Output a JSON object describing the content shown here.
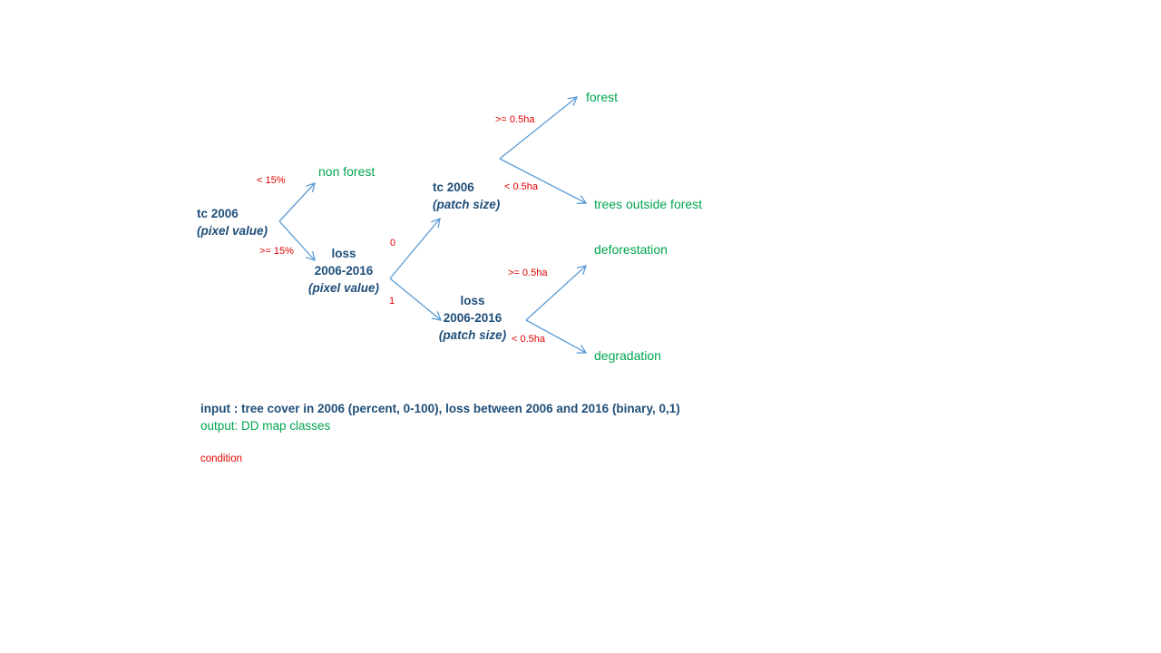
{
  "nodes": {
    "root": {
      "line1": "tc 2006",
      "line2": "(pixel value)"
    },
    "loss_pixel": {
      "line1": "loss",
      "line2": "2006-2016",
      "line3": "(pixel value)"
    },
    "tc_patch": {
      "line1": "tc 2006",
      "line2": "(patch size)"
    },
    "loss_patch": {
      "line1": "loss",
      "line2": "2006-2016",
      "line3": "(patch size)"
    }
  },
  "outputs": {
    "non_forest": "non forest",
    "forest": "forest",
    "trees_outside_forest": "trees outside forest",
    "deforestation": "deforestation",
    "degradation": "degradation"
  },
  "conditions": {
    "lt_15": "< 15%",
    "gte_15": ">= 15%",
    "zero": "0",
    "one": "1",
    "gte_05_top": ">= 0.5ha",
    "lt_05_top": "< 0.5ha",
    "gte_05_bottom": ">= 0.5ha",
    "lt_05_bottom": "< 0.5ha"
  },
  "legend": {
    "input": "input : tree cover in 2006 (percent, 0-100), loss between 2006 and 2016 (binary, 0,1)",
    "output": "output:  DD map classes",
    "condition": "condition"
  },
  "colors": {
    "node_text": "#1f4e79",
    "output_text": "#00a550",
    "condition_text": "#e00000",
    "arrow": "#5b9bd5"
  }
}
